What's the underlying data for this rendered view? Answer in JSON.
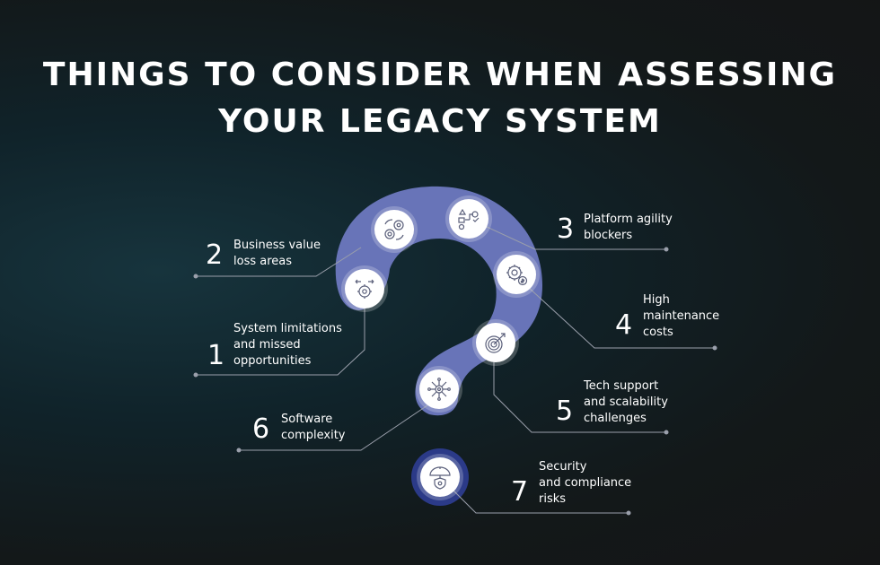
{
  "title": {
    "line1": "THINGS TO CONSIDER WHEN ASSESSING",
    "line2": "YOUR LEGACY SYSTEM"
  },
  "colors": {
    "shape": "#6874b8",
    "dark_circle": "#2b3a88",
    "node": "#ffffff",
    "icon": "#5a5f7a",
    "leader": "#9a9fab"
  },
  "items": [
    {
      "number": "1",
      "line1": "System limitations",
      "line2": "and missed",
      "line3": "opportunities",
      "icon": "gear-arrows-icon"
    },
    {
      "number": "2",
      "line1": "Business value",
      "line2": "loss areas",
      "icon": "gear-cycle-icon"
    },
    {
      "number": "3",
      "line1": "Platform agility",
      "line2": "blockers",
      "icon": "workflow-icon"
    },
    {
      "number": "4",
      "line1": "High",
      "line2": "maintenance",
      "line3": "costs",
      "icon": "gear-dollar-icon"
    },
    {
      "number": "5",
      "line1": "Tech support",
      "line2": "and scalability",
      "line3": "challenges",
      "icon": "target-icon"
    },
    {
      "number": "6",
      "line1": "Software",
      "line2": "complexity",
      "icon": "network-icon"
    },
    {
      "number": "7",
      "line1": "Security",
      "line2": "and compliance",
      "line3": "risks",
      "icon": "umbrella-shield-icon"
    }
  ]
}
